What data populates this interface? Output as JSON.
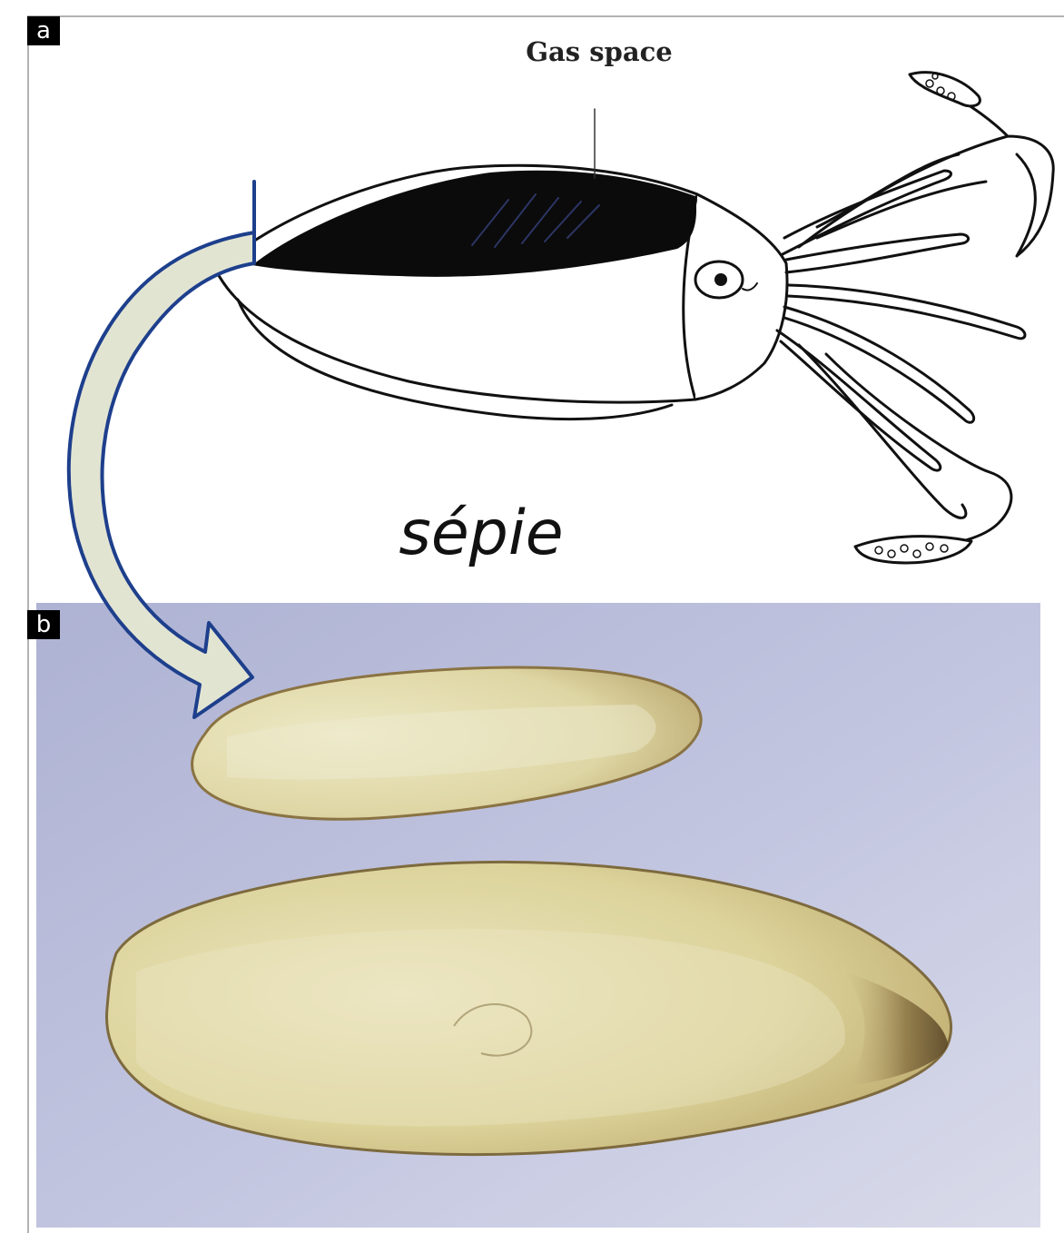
{
  "panels": {
    "a": {
      "tag": "a",
      "annotation": "Gas space",
      "caption": "sépie"
    },
    "b": {
      "tag": "b"
    }
  },
  "colors": {
    "ink": "#111111",
    "arrow_outline": "#1d3f8c",
    "arrow_fill": "#dde0cf",
    "photo_background": "#b7bbd8",
    "cuttlebone": "#ddd6a3"
  }
}
